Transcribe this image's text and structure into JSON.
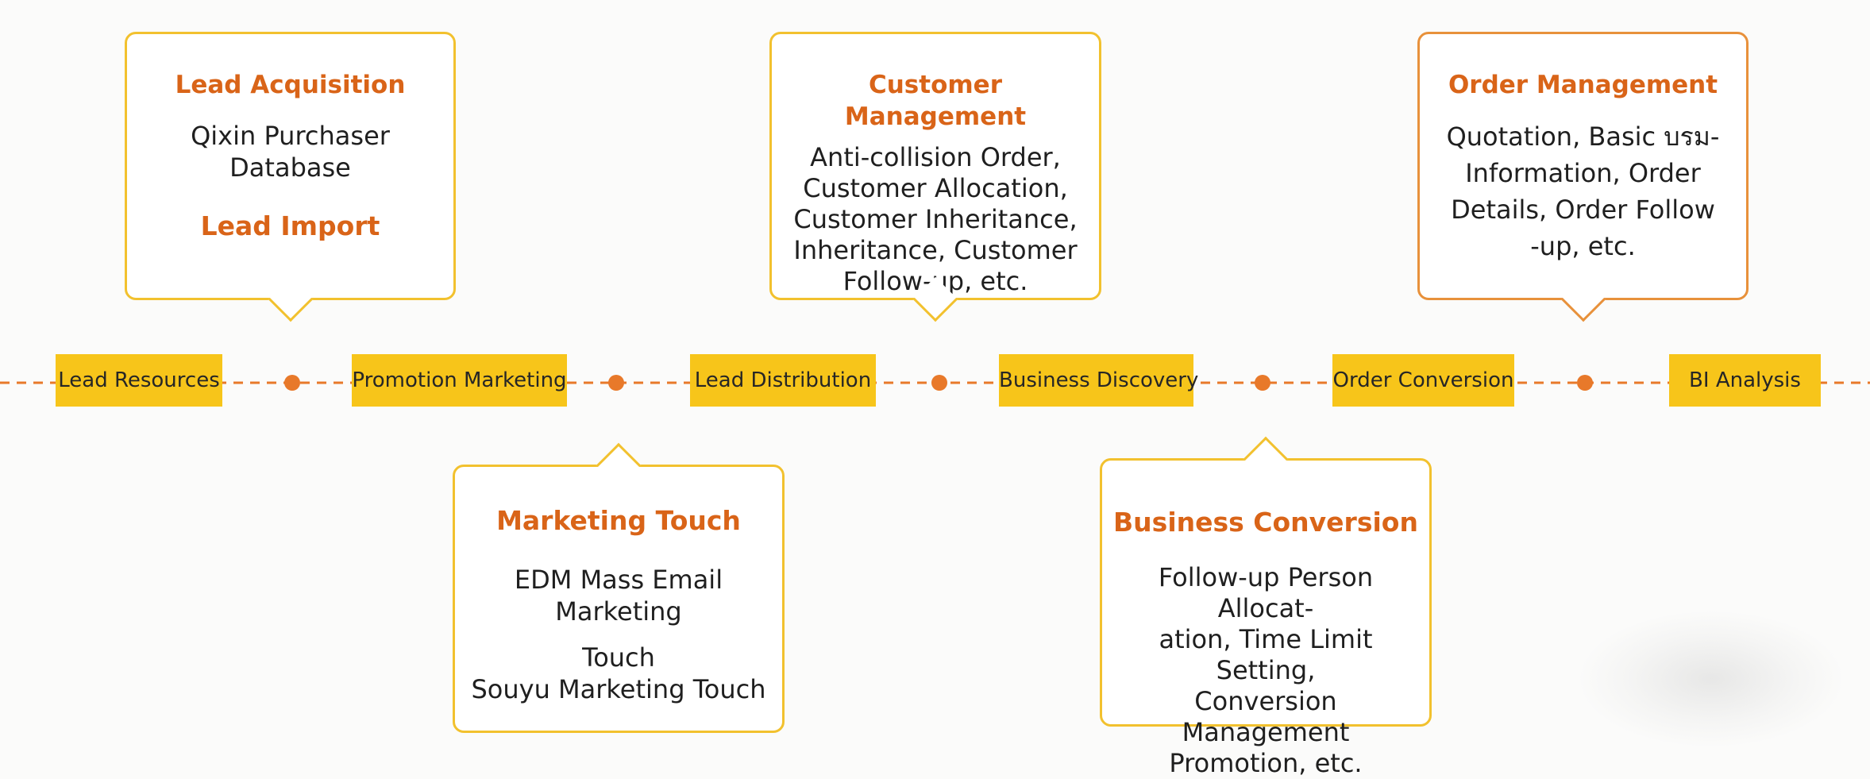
{
  "stages": [
    {
      "label": "Lead Resources"
    },
    {
      "label": "Promotion Marketing"
    },
    {
      "label": "Lead Distribution"
    },
    {
      "label": "Business Discovery"
    },
    {
      "label": "Order Conversion"
    },
    {
      "label": "BI Analysis"
    }
  ],
  "callouts": {
    "lead_acquisition": {
      "title": "Lead Acquisition",
      "lines": [
        "Qixin Purchaser",
        "Database"
      ],
      "title2": "Lead Import"
    },
    "customer_management": {
      "title": "Customer Management",
      "lines": [
        "Anti-collision Order,",
        "Customer Allocation,",
        "Customer Inheritance,",
        "Inheritance, Customer",
        "Follow-up, etc."
      ]
    },
    "order_management": {
      "title": "Order Management",
      "lines": [
        "Quotation, Basic บรม-",
        "Information, Order",
        "Details, Order Follow",
        "-up, etc."
      ]
    },
    "marketing_touch": {
      "title": "Marketing Touch",
      "lines": [
        "EDM Mass Email Marketing",
        "Touch",
        "Souyu Marketing Touch"
      ]
    },
    "business_conversion": {
      "title": "Business Conversion",
      "lines": [
        "Follow-up Person Allocat-",
        "ation, Time Limit Setting,",
        "Conversion Management",
        "Promotion, etc."
      ]
    }
  },
  "colors": {
    "stage_fill": "#f7c51a",
    "box_border": "#f2c12e",
    "box_border_alt": "#e8913b",
    "title_text": "#d96418",
    "timeline": "#e8792a"
  }
}
